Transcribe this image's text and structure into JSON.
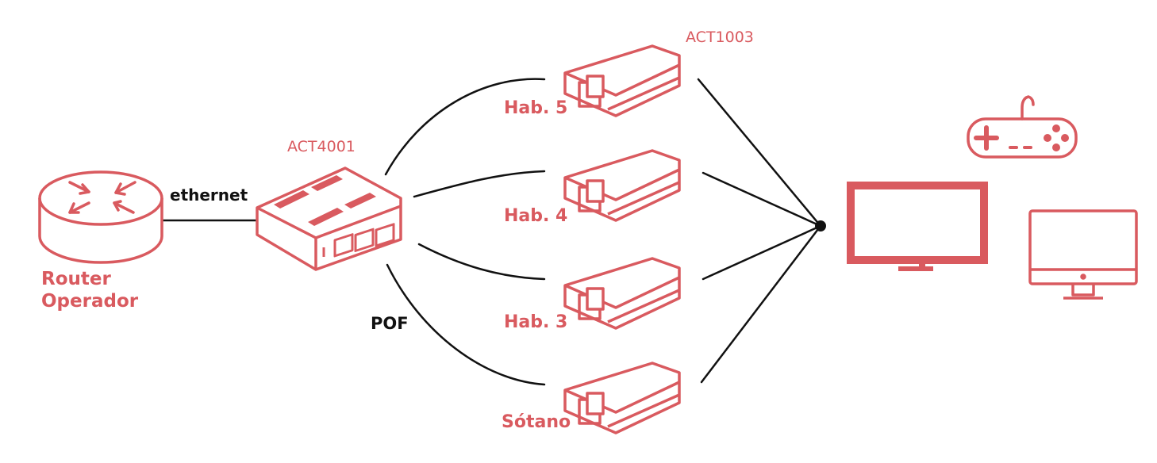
{
  "labels": {
    "router_line1": "Router",
    "router_line2": "Operador",
    "ethernet": "ethernet",
    "main_device": "ACT4001",
    "adapter_model": "ACT1003",
    "pof": "POF",
    "room_5": "Hab. 5",
    "room_4": "Hab. 4",
    "room_3": "Hab. 3",
    "basement": "Sótano"
  },
  "colors": {
    "accent": "#d95a5f",
    "line": "#111111"
  },
  "icons": [
    "router-icon",
    "act4001-switch-icon",
    "adapter-icon",
    "gamepad-icon",
    "tv-icon",
    "desktop-monitor-icon"
  ]
}
